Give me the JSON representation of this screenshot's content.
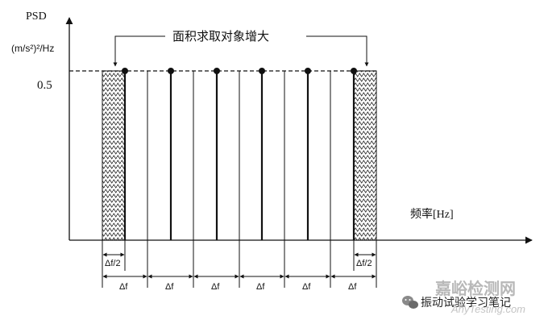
{
  "diagram": {
    "title": "面积求取对象增大",
    "y_axis_label": "PSD",
    "y_axis_unit": "(m/s²)²/Hz",
    "y_tick_value": "0.5",
    "x_axis_label": "频率[Hz]",
    "bands": [
      {
        "id": 1,
        "width_label": "Δf",
        "hatched": true
      },
      {
        "id": 2,
        "width_label": "Δf",
        "hatched": false
      },
      {
        "id": 3,
        "width_label": "Δf",
        "hatched": false
      },
      {
        "id": 4,
        "width_label": "Δf",
        "hatched": false
      },
      {
        "id": 5,
        "width_label": "Δf",
        "hatched": false
      },
      {
        "id": 6,
        "width_label": "Δf",
        "hatched": true
      }
    ],
    "half_band_label_left": "Δf/2",
    "half_band_label_right": "Δf/2"
  },
  "watermark": {
    "logo_text": "嘉峪检测网",
    "logo_sub": "AnyTesting.com",
    "caption": "振动试验学习笔记"
  }
}
